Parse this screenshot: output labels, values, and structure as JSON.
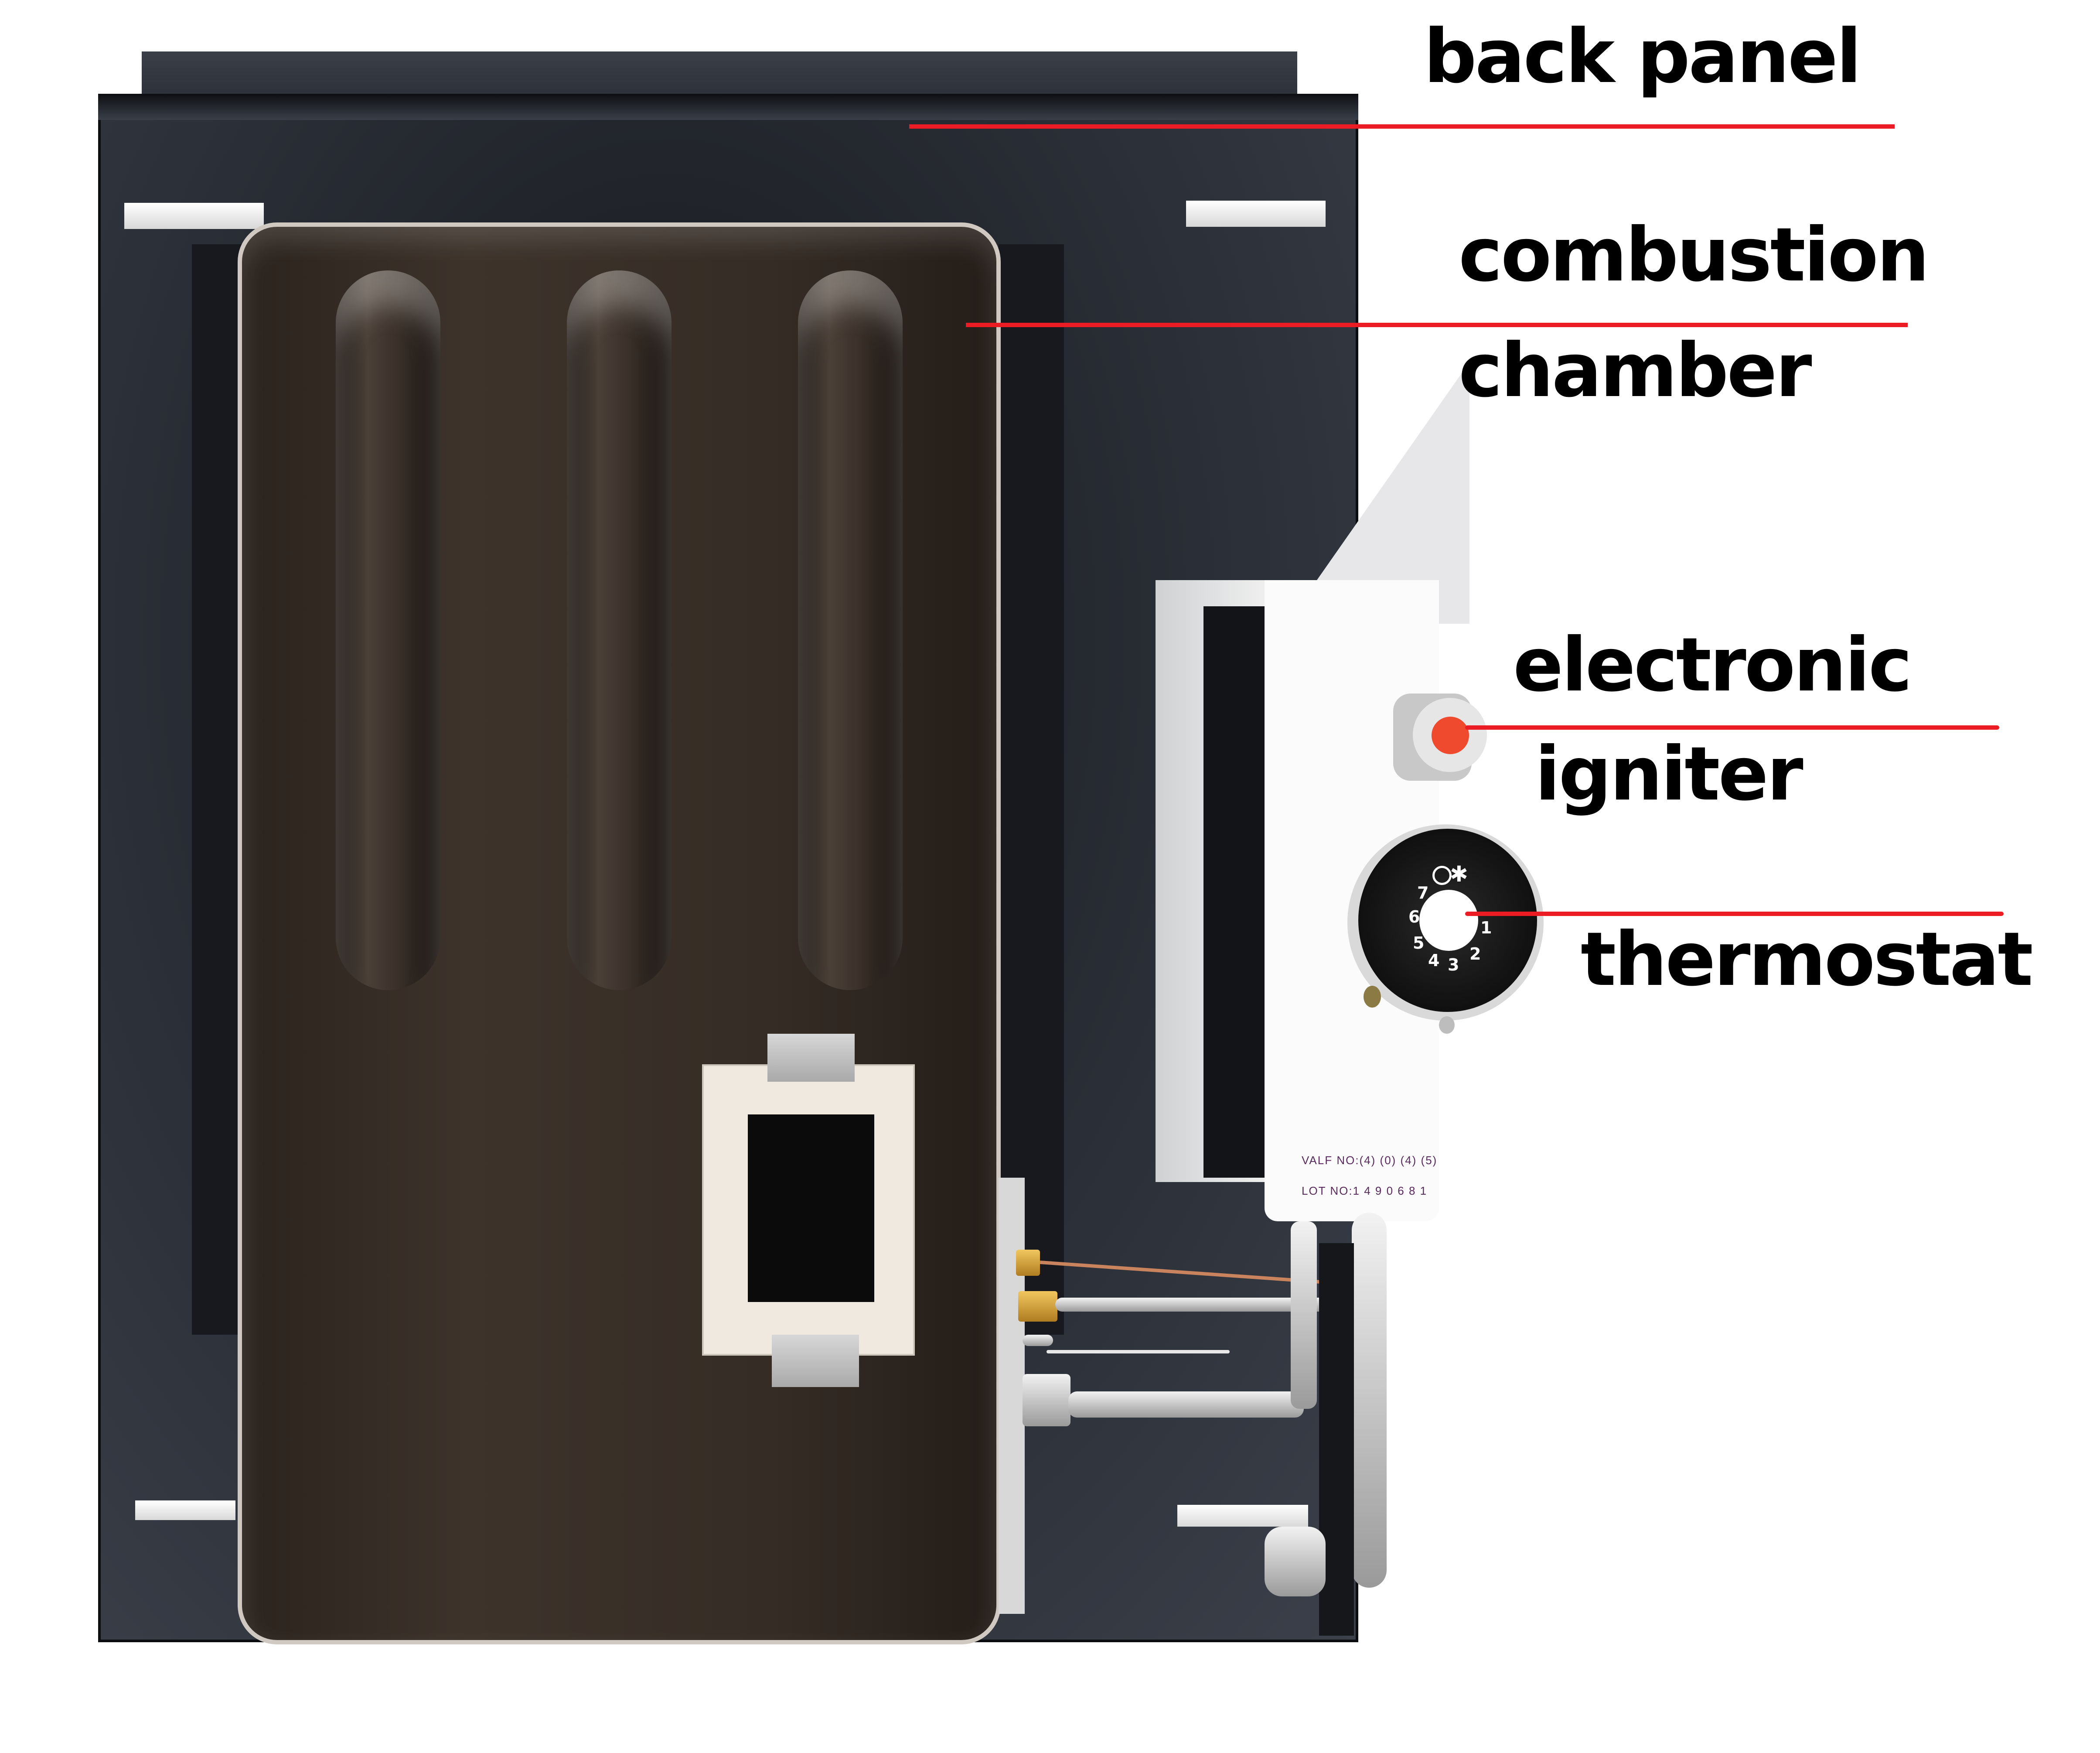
{
  "figure": {
    "type": "annotated product photo",
    "subject": "gas heater rear assembly"
  },
  "labels": [
    {
      "id": "back_panel",
      "text": "back panel"
    },
    {
      "id": "combustion_chamber_line1",
      "text": "combustion"
    },
    {
      "id": "combustion_chamber_line2",
      "text": "chamber"
    },
    {
      "id": "electronic_igniter_line1",
      "text": "electronic"
    },
    {
      "id": "electronic_igniter_line2",
      "text": "igniter"
    },
    {
      "id": "thermostat",
      "text": "thermostat"
    }
  ],
  "thermostat_dial": {
    "numbers": [
      "1",
      "2",
      "3",
      "4",
      "5",
      "6",
      "7"
    ],
    "symbols": [
      "pilot",
      "ignition-star"
    ]
  },
  "valve_label": {
    "line1": "VALF NO:(4) (0) (4) (5)",
    "line2": "LOT NO:1 4 9 0 6 8 1"
  },
  "colors": {
    "leader_line": "#ec1c24",
    "label_text": "#000000",
    "igniter_button": "#ef4a2e",
    "panel": "#2a2e36",
    "chamber": "#352c25"
  }
}
